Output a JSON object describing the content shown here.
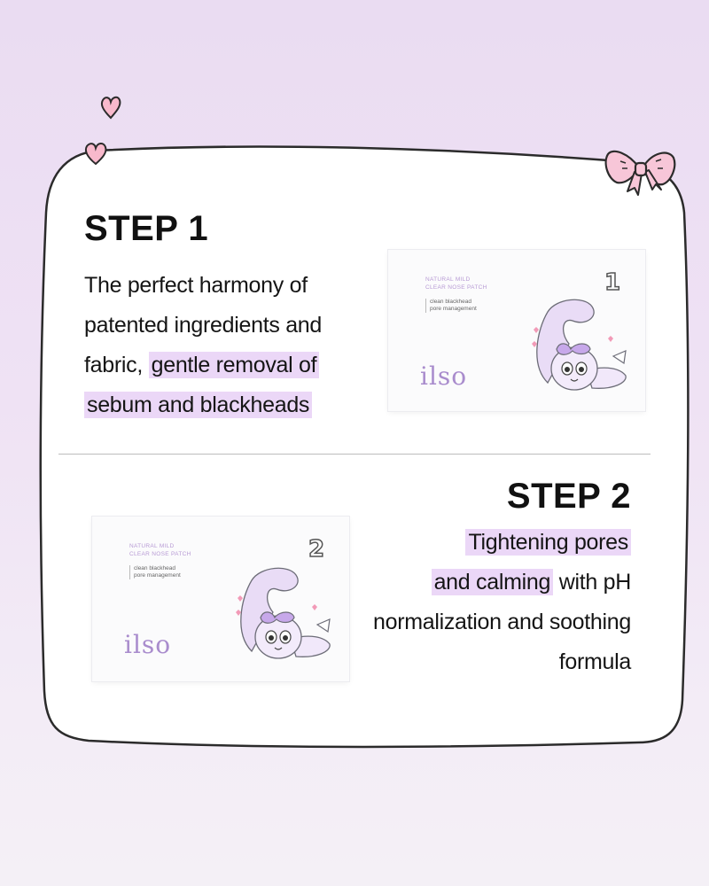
{
  "step1": {
    "title": "STEP 1",
    "desc_plain": "The perfect harmony of patented ingredients and fabric, ",
    "desc_highlight_a": "gentle removal of",
    "desc_highlight_b": "sebum and blackheads"
  },
  "step2": {
    "title": "STEP 2",
    "desc_highlight_a": "Tightening pores",
    "desc_highlight_b": "and calming",
    "desc_plain": "with pH normalization and soothing formula"
  },
  "product1": {
    "line1": "NATURAL MILD",
    "line2": "CLEAR NOSE PATCH",
    "tag1": "clean blackhead",
    "tag2": "pore management",
    "brand": "ilso",
    "number": "1"
  },
  "product2": {
    "line1": "NATURAL MILD",
    "line2": "CLEAR NOSE PATCH",
    "tag1": "clean blackhead",
    "tag2": "pore management",
    "brand": "ilso",
    "number": "2"
  },
  "colors": {
    "highlight": "#ebd7f7",
    "accent": "#a98ccd",
    "bow": "#f7c6d8",
    "heart": "#f8b9cc"
  }
}
